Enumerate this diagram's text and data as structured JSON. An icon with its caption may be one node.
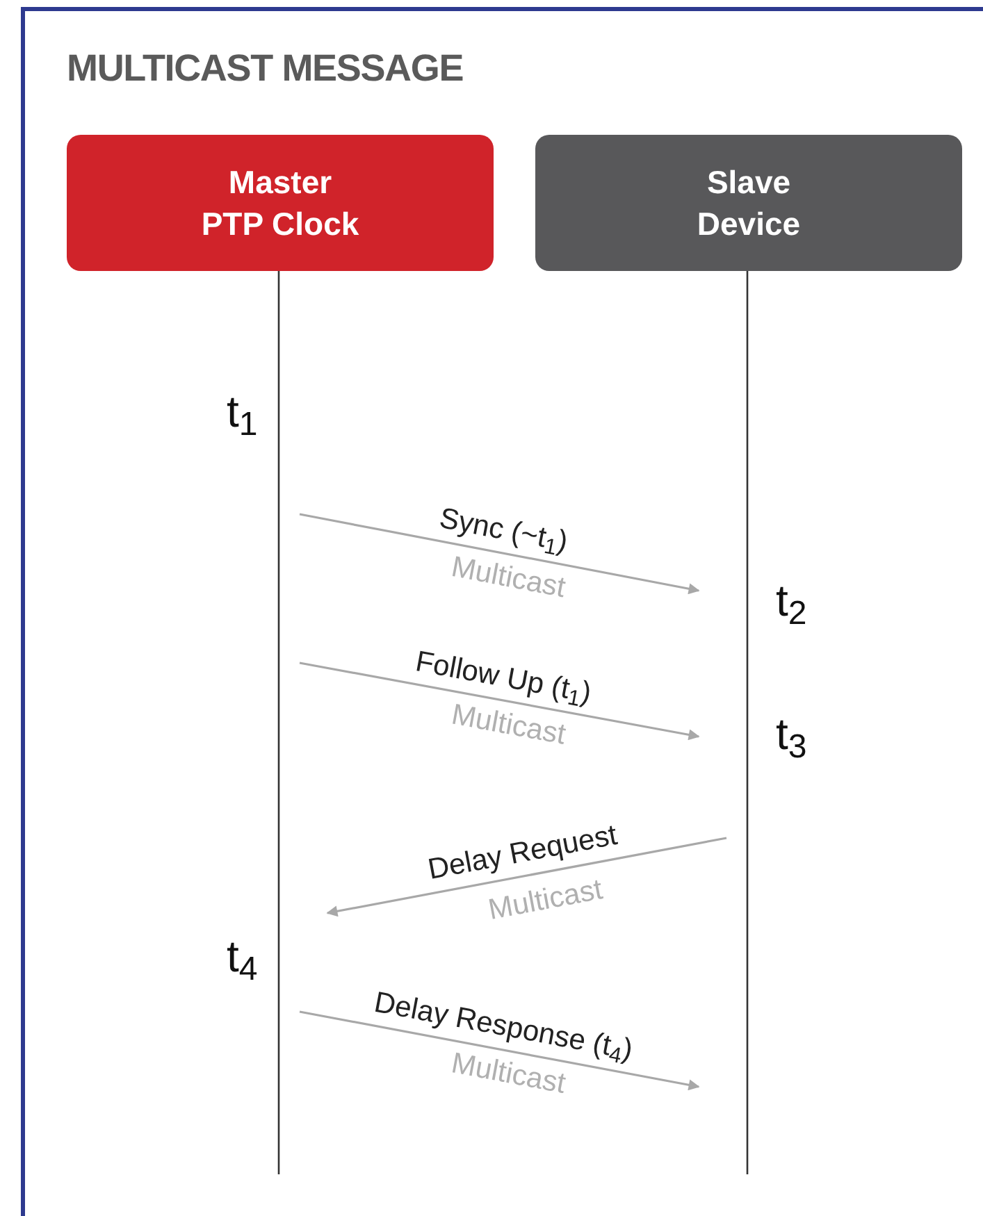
{
  "diagram": {
    "title": "MULTICAST MESSAGE",
    "nodes": [
      {
        "text": [
          "Master PTP Clock"
        ]
      },
      {
        "text": [
          "Slave Device"
        ]
      }
    ],
    "edges": [
      {
        "from": 0,
        "to": 1,
        "arrow": "to",
        "label": "Sync (~t$_{1}$)"
      },
      {
        "from": 0,
        "to": 1,
        "arrow": "to",
        "label": "Follow Up (t$_{1}$)"
      },
      {
        "from": 1,
        "to": 0,
        "arrow": "to",
        "label": "Delay Request"
      },
      {
        "from": 0,
        "to": 1,
        "arrow": "to",
        "label": "Delay Response (t$_{4}$)"
      }
    ],
    "labels": [
      "t$_{1}$",
      "Multicast",
      "t$_{2}$",
      "Multicast",
      "t$_{3}$",
      "Multicast",
      "t$_{4}$",
      "Multicast"
    ]
  }
}
